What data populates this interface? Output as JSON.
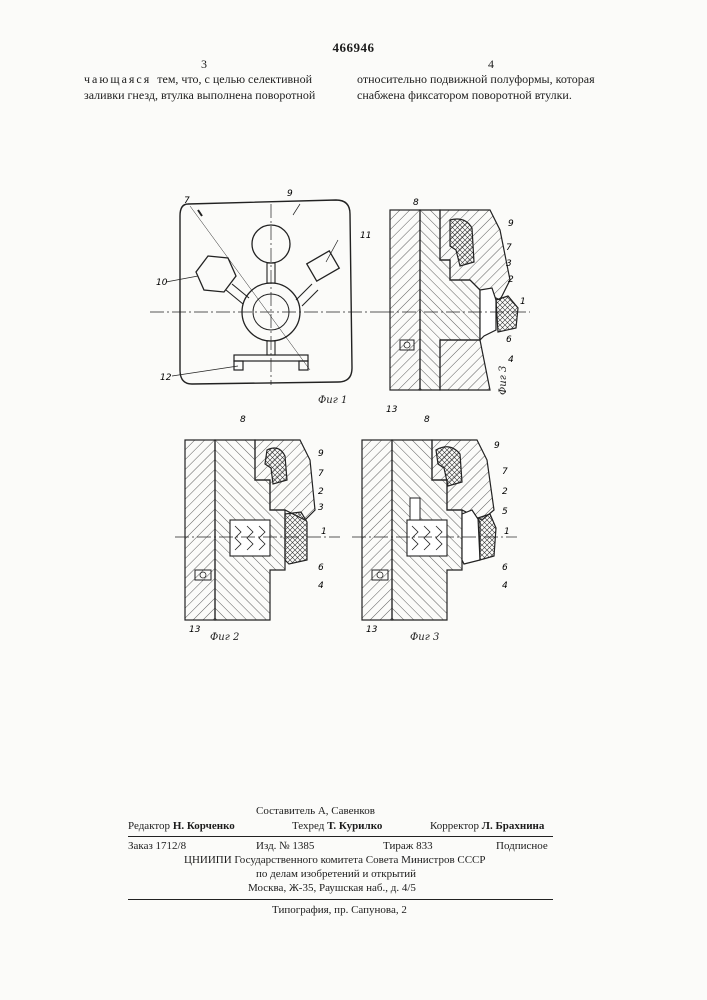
{
  "header": {
    "patent_number": "466946",
    "col_left_number": "3",
    "col_right_number": "4"
  },
  "text": {
    "left_line1_spaced": "чающаяся",
    "left_line1_rest": "тем, что, с целью селективной",
    "left_line2": "заливки гнезд, втулка выполнена поворотной",
    "right_line1": "относительно подвижной полуформы, которая",
    "right_line2": "снабжена фиксатором поворотной втулки."
  },
  "figures": {
    "fig1": {
      "caption": "Фиг 1",
      "refs": [
        "7",
        "9",
        "10",
        "11",
        "12"
      ]
    },
    "fig_top_right": {
      "caption": "Фиг 3",
      "refs": [
        "8",
        "9",
        "7",
        "3",
        "2",
        "1",
        "6",
        "4",
        "13"
      ]
    },
    "fig2": {
      "caption": "Фиг 2",
      "refs": [
        "8",
        "9",
        "7",
        "2",
        "3",
        "1",
        "6",
        "4",
        "13"
      ]
    },
    "fig3": {
      "caption": "Фиг 3",
      "refs": [
        "8",
        "9",
        "7",
        "2",
        "5",
        "1",
        "6",
        "4",
        "13"
      ]
    }
  },
  "imprint": {
    "compiler": "Составитель А, Савенков",
    "editor_label": "Редактор",
    "editor_name": "Н. Корченко",
    "techred_label": "Техред",
    "techred_name": "Т. Курилко",
    "corrector_label": "Корректор",
    "corrector_name": "Л. Брахнина",
    "order": "Заказ 1712/8",
    "izd": "Изд. № 1385",
    "tirazh": "Тираж 833",
    "podpisnoe": "Подписное",
    "org_line1": "ЦНИИПИ Государственного комитета Совета Министров СССР",
    "org_line2": "по делам изобретений и открытий",
    "org_line3": "Москва, Ж-35, Раушская наб., д. 4/5",
    "typography": "Типография, пр. Сапунова, 2"
  }
}
